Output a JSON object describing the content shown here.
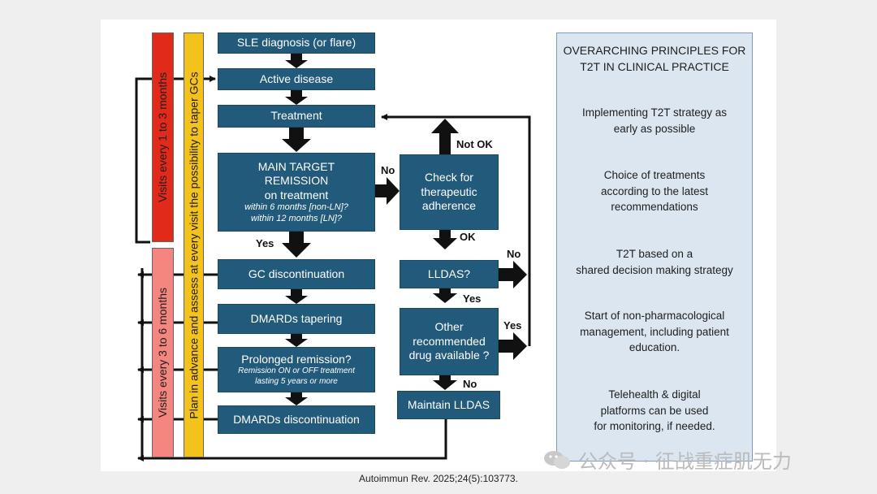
{
  "flow": {
    "sle": "SLE diagnosis (or flare)",
    "active": "Active disease",
    "treatment": "Treatment",
    "target_l1": "MAIN TARGET",
    "target_l2": "REMISSION",
    "target_l3": "on treatment",
    "target_l4": "within 6 months [non-LN]?",
    "target_l5": "within 12 months [LN]?",
    "gc": "GC discontinuation",
    "dmards_taper": "DMARDs tapering",
    "prolonged": "Prolonged remission?",
    "prolonged_sub1": "Remission ON or OFF treatment",
    "prolonged_sub2": "lasting 5 years or more",
    "dmards_disc": "DMARDs discontinuation",
    "check_l1": "Check for",
    "check_l2": "therapeutic",
    "check_l3": "adherence",
    "lldas": "LLDAS?",
    "other_l1": "Other",
    "other_l2": "recommended",
    "other_l3": "drug available ?",
    "maintain": "Maintain LLDAS"
  },
  "labels": {
    "no1": "No",
    "not_ok": "Not OK",
    "yes_remission": "Yes",
    "ok": "OK",
    "no_lldas": "No",
    "yes_lldas": "Yes",
    "yes_other": "Yes",
    "no_other": "No"
  },
  "sidebars": {
    "visits_1_3": "Visits every 1 to 3 months",
    "visits_3_6": "Visits every 3 to 6 months",
    "plan": "Plan in advance and assess at every visit the possibility to taper GCs"
  },
  "principles": {
    "title_l1": "OVERARCHING PRINCIPLES FOR",
    "title_l2": "T2T IN CLINICAL PRACTICE",
    "p1_l1": "Implementing T2T strategy as",
    "p1_l2": "early as possible",
    "p2_l1": "Choice of treatments",
    "p2_l2": "according to the latest",
    "p2_l3": "recommendations",
    "p3_l1": "T2T based on a",
    "p3_l2": "shared decision making strategy",
    "p4_l1": "Start of non-pharmacological",
    "p4_l2": "management, including patient",
    "p4_l3": "education.",
    "p5_l1": "Telehealth & digital",
    "p5_l2": "platforms can be used",
    "p5_l3": "for monitoring, if needed."
  },
  "citation": "Autoimmun Rev. 2025;24(5):103773.",
  "watermark": "公众号 · 征战重症肌无力",
  "colors": {
    "box": "#225a7c",
    "red_bar": "#e12a1a",
    "yellow_bar": "#f3c31c",
    "pink_bar": "#f4857f",
    "principles_bg": "#dce6f1"
  }
}
